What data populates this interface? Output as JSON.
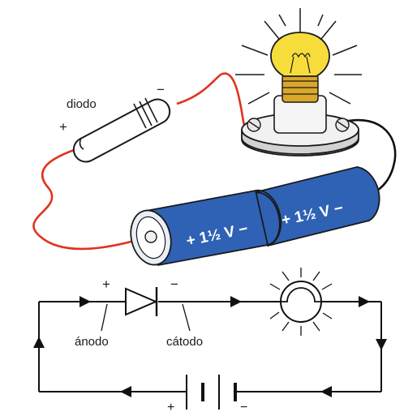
{
  "illustration": {
    "diode_label": "diodo",
    "diode_plus": "+",
    "diode_minus": "−",
    "battery_left_text": "+ 1½ V −",
    "battery_right_text": "+ 1½ V −"
  },
  "schematic": {
    "anode_sign": "+",
    "cathode_sign": "−",
    "anode_label": "ánodo",
    "cathode_label": "cátodo",
    "battery_plus": "+",
    "battery_minus": "−"
  },
  "colors": {
    "wire_red": "#e0331f",
    "wire_black": "#111111",
    "battery_blue": "#2f62b5",
    "bulb_yellow": "#f6dd3b",
    "socket_gray": "#e6e6e6"
  }
}
